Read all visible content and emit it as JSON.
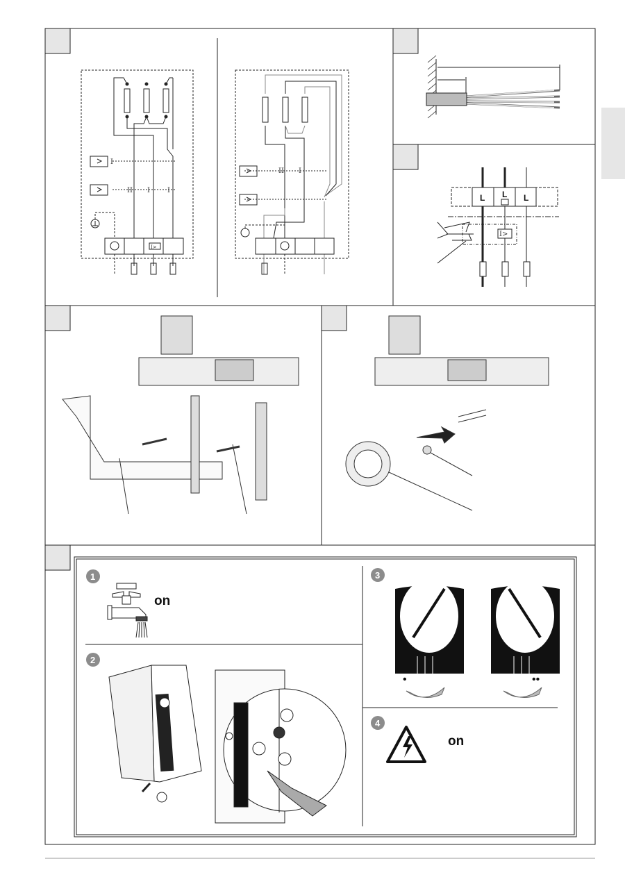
{
  "panels": {
    "wiring": {
      "left_switch_labels": [
        "II",
        "I",
        "I"
      ],
      "right_switch_labels": [
        "II",
        "I"
      ],
      "relay_symbol": "I>",
      "limiter_label": "I"
    },
    "terminal": {
      "cells": [
        "L",
        "L",
        "L"
      ],
      "overcurrent_label": "I>"
    }
  },
  "steps": [
    {
      "number": "1",
      "caption": "on",
      "icon": "water-tap-icon"
    },
    {
      "number": "2",
      "icon": "cover-screw-icon"
    },
    {
      "number": "3",
      "icon": "temperature-knob-icon",
      "settings": [
        "•",
        "••"
      ]
    },
    {
      "number": "4",
      "caption": "on",
      "icon": "high-voltage-warning-icon"
    }
  ],
  "colors": {
    "label_box": "#e6e6e6",
    "badge": "#8c8c8c",
    "line": "#1a1a1a"
  }
}
